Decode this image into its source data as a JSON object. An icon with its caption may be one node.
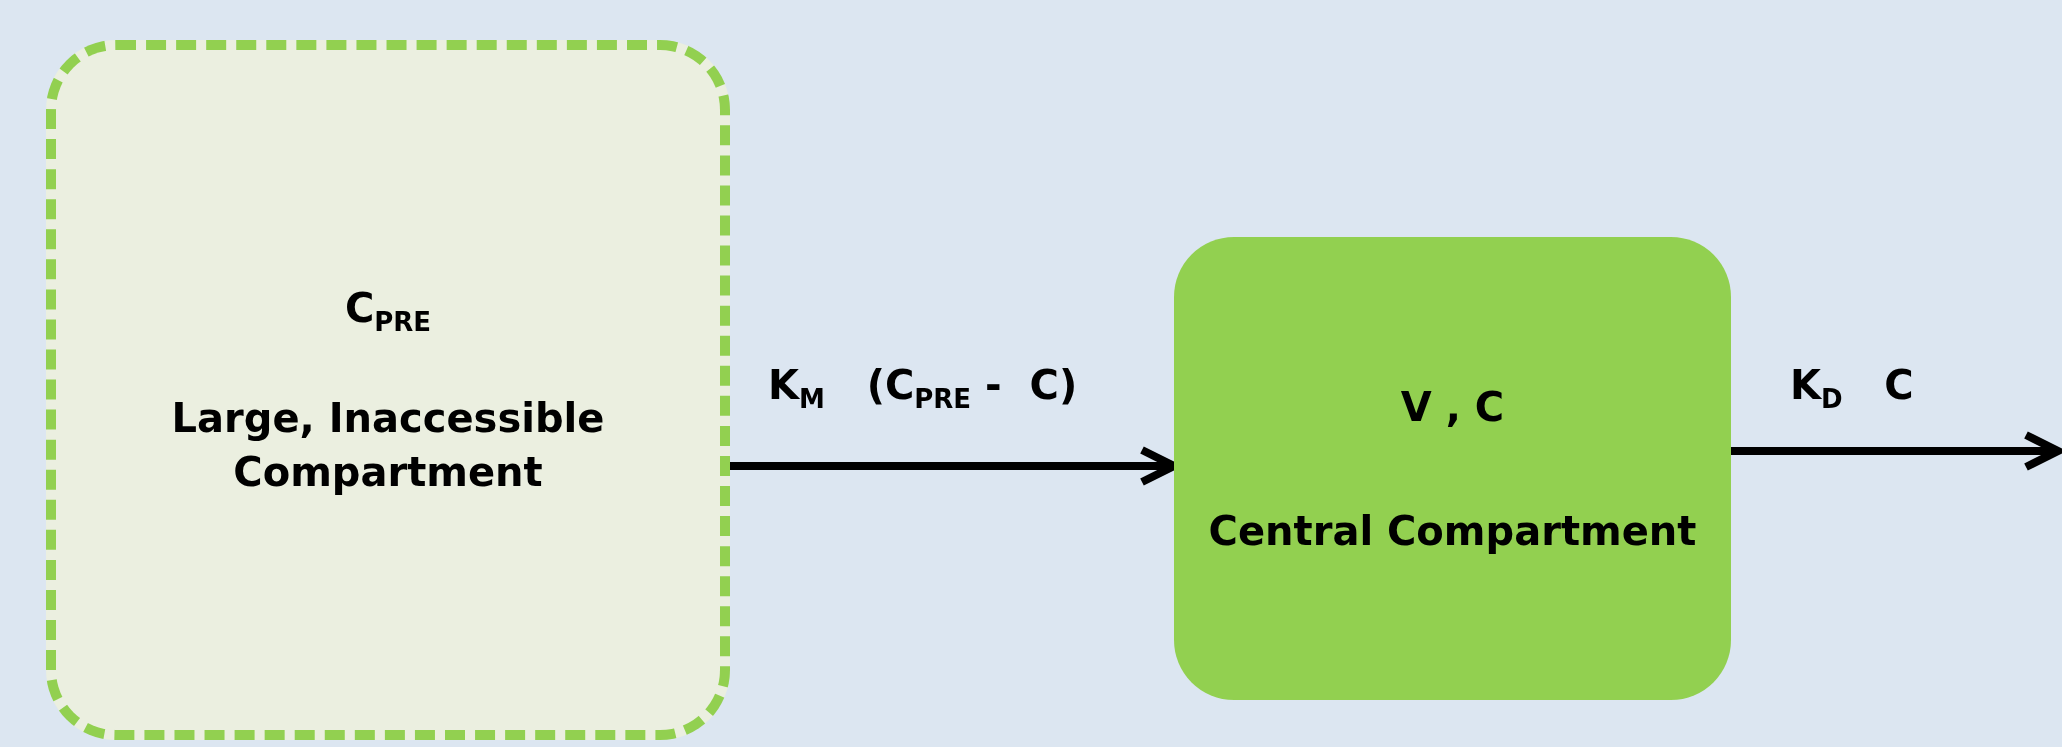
{
  "diagram": {
    "nodes": [
      {
        "text": [
          "C$_{PRE}$",
          "Large, Inaccessible Compartment"
        ]
      },
      {
        "text": [
          "V , C",
          "Central Compartment"
        ]
      }
    ],
    "edges": [
      {
        "from": 0,
        "to": 1,
        "arrow": "to",
        "label": "K$_{M}$   (C$_{PRE}$ -  C)"
      },
      {
        "from": 1,
        "to": null,
        "arrow": "to",
        "label": "K$_{D}$   C"
      }
    ]
  }
}
